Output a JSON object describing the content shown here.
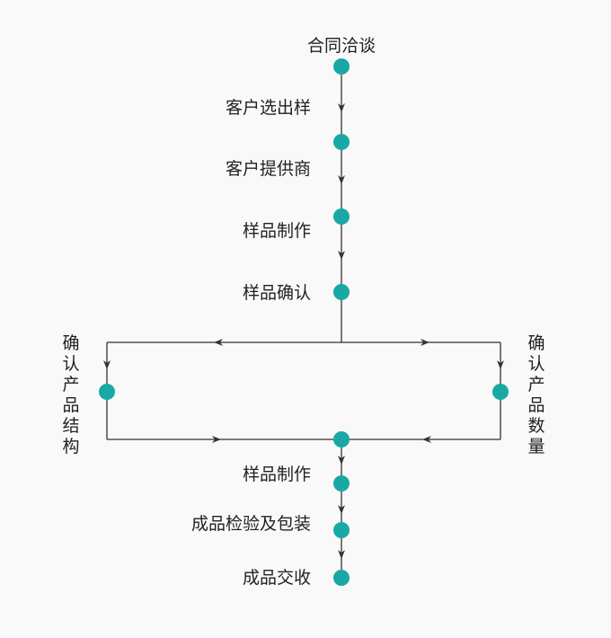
{
  "colors": {
    "node": "#1aa8a4",
    "line": "#333333",
    "text": "#222222",
    "background": "#f9f9f9"
  },
  "steps": {
    "contract": "合同洽谈",
    "customer_pick": "客户选出样",
    "customer_supply": "客户提供商",
    "sample_make": "样品制作",
    "sample_confirm": "样品确认",
    "confirm_structure": "确认产品结构",
    "confirm_quantity": "确认产品数量",
    "sample_make_2": "样品制作",
    "inspect_pack": "成品检验及包装",
    "deliver": "成品交收"
  }
}
